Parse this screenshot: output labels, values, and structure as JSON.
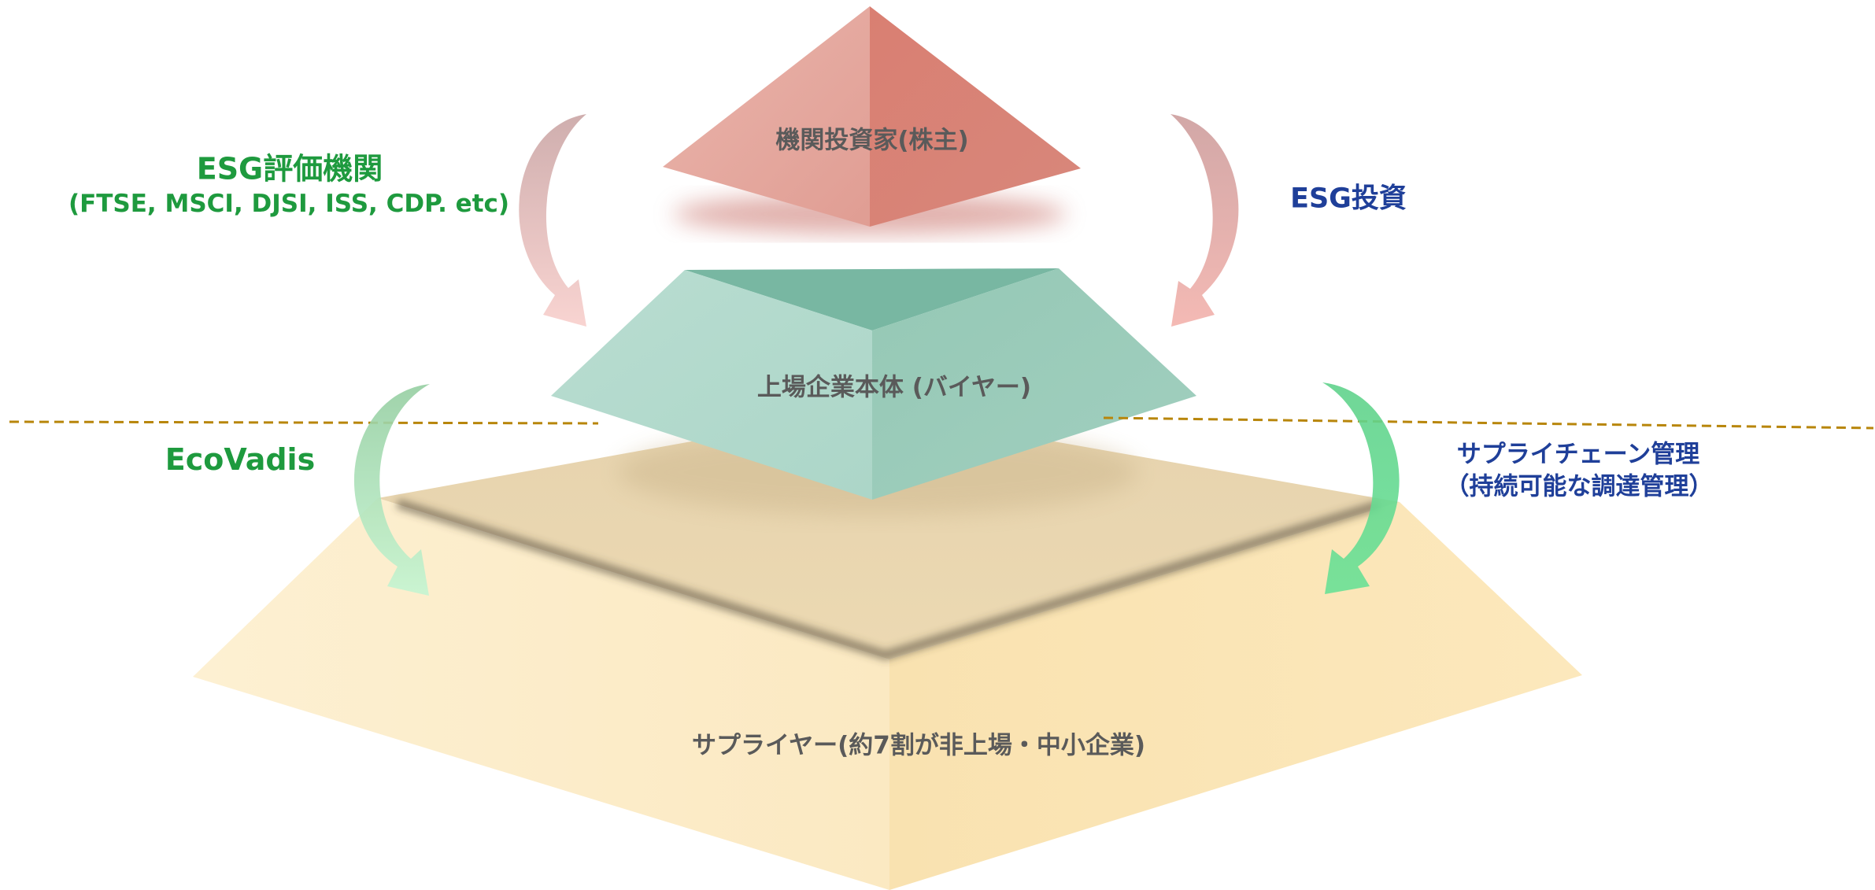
{
  "pyramid": {
    "top_label": "機関投資家(株主)",
    "middle_label": "上場企業本体 (バイヤー)",
    "bottom_label": "サプライヤー(約7割が非上場・中小企業)"
  },
  "annotations": {
    "esg_rating_title": "ESG評価機関",
    "esg_rating_examples": "(FTSE, MSCI, DJSI, ISS, CDP. etc)",
    "esg_investment": "ESG投資",
    "ecovadis": "EcoVadis",
    "supply_chain_title": "サプライチェーン管理",
    "supply_chain_sub": "（持続可能な調達管理）"
  },
  "colors": {
    "top_tier": "#d9897f",
    "middle_tier": "#9fd0c0",
    "bottom_tier": "#f7e2b2",
    "divider": "#b8860b",
    "green_text": "#1e9a3e",
    "blue_text": "#1f3f99"
  }
}
